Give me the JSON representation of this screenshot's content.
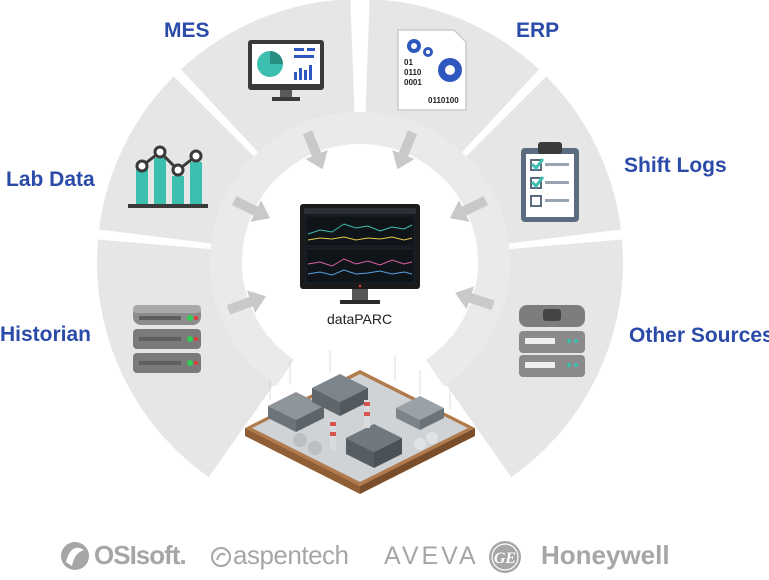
{
  "sources": [
    {
      "id": "mes",
      "label": "MES"
    },
    {
      "id": "erp",
      "label": "ERP"
    },
    {
      "id": "lab",
      "label": "Lab Data"
    },
    {
      "id": "shift",
      "label": "Shift Logs"
    },
    {
      "id": "historian",
      "label": "Historian"
    },
    {
      "id": "other",
      "label": "Other Sources"
    }
  ],
  "center": {
    "label": "dataPARC"
  },
  "erp_binary": [
    "01",
    "0110",
    "0001",
    "0110100"
  ],
  "logos": [
    "OSIsoft.",
    "aspentech",
    "AVEVA",
    "GE",
    "Honeywell"
  ],
  "colors": {
    "label": "#2b4ba8",
    "segment": "#e6e6e6",
    "inner_ring": "#d9d9d9",
    "teal": "#3cbfae",
    "gear": "#2f57c0",
    "logo": "#a6a6a6"
  }
}
